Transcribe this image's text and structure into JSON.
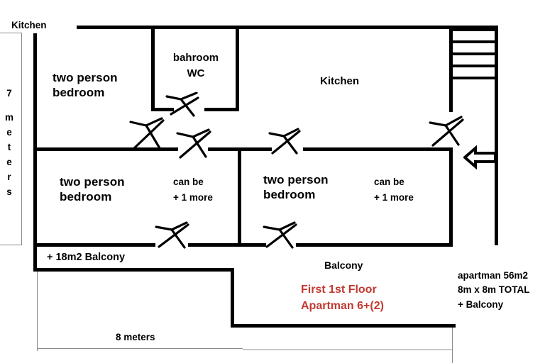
{
  "plan": {
    "title_top_left": "Kitchen",
    "dimension_vertical": "7 meters",
    "dimension_vertical_chars": [
      "7",
      "m",
      "e",
      "t",
      "e",
      "r",
      "s"
    ],
    "dimension_bottom": "8 meters",
    "rooms": [
      {
        "id": "bedroom-top-left",
        "line1": "two person",
        "line2": "bedroom"
      },
      {
        "id": "bathroom",
        "line1": "bahroom",
        "line2": "WC"
      },
      {
        "id": "kitchen",
        "line1": "Kitchen",
        "line2": ""
      },
      {
        "id": "bedroom-bottom-left",
        "line1": "two person",
        "line2": "bedroom"
      },
      {
        "id": "bedroom-bottom-right",
        "line1": "two person",
        "line2": "bedroom"
      }
    ],
    "capacity_notes": [
      {
        "id": "capacity-left",
        "line1": "can be",
        "line2": "+ 1 more"
      },
      {
        "id": "capacity-right",
        "line1": "can be",
        "line2": "+ 1 more"
      }
    ],
    "balcony_left_label": "+ 18m2   Balcony",
    "balcony_right_label": "Balcony",
    "red_note": {
      "line1": "First 1st Floor",
      "line2": "Apartman 6+(2)",
      "color": "#c03a30"
    },
    "area_note": {
      "line1": "apartman 56m2",
      "line2": "8m x 8m TOTAL",
      "line3": "+ Balcony"
    },
    "icons": {
      "entry_arrow": "arrow-left-icon",
      "stairs": "stairs-icon",
      "doors": "door-swing-icon"
    },
    "colors": {
      "wall": "#000000",
      "dimension_line": "#8a8a8a",
      "accent_red": "#c03a30",
      "background": "#ffffff"
    }
  }
}
